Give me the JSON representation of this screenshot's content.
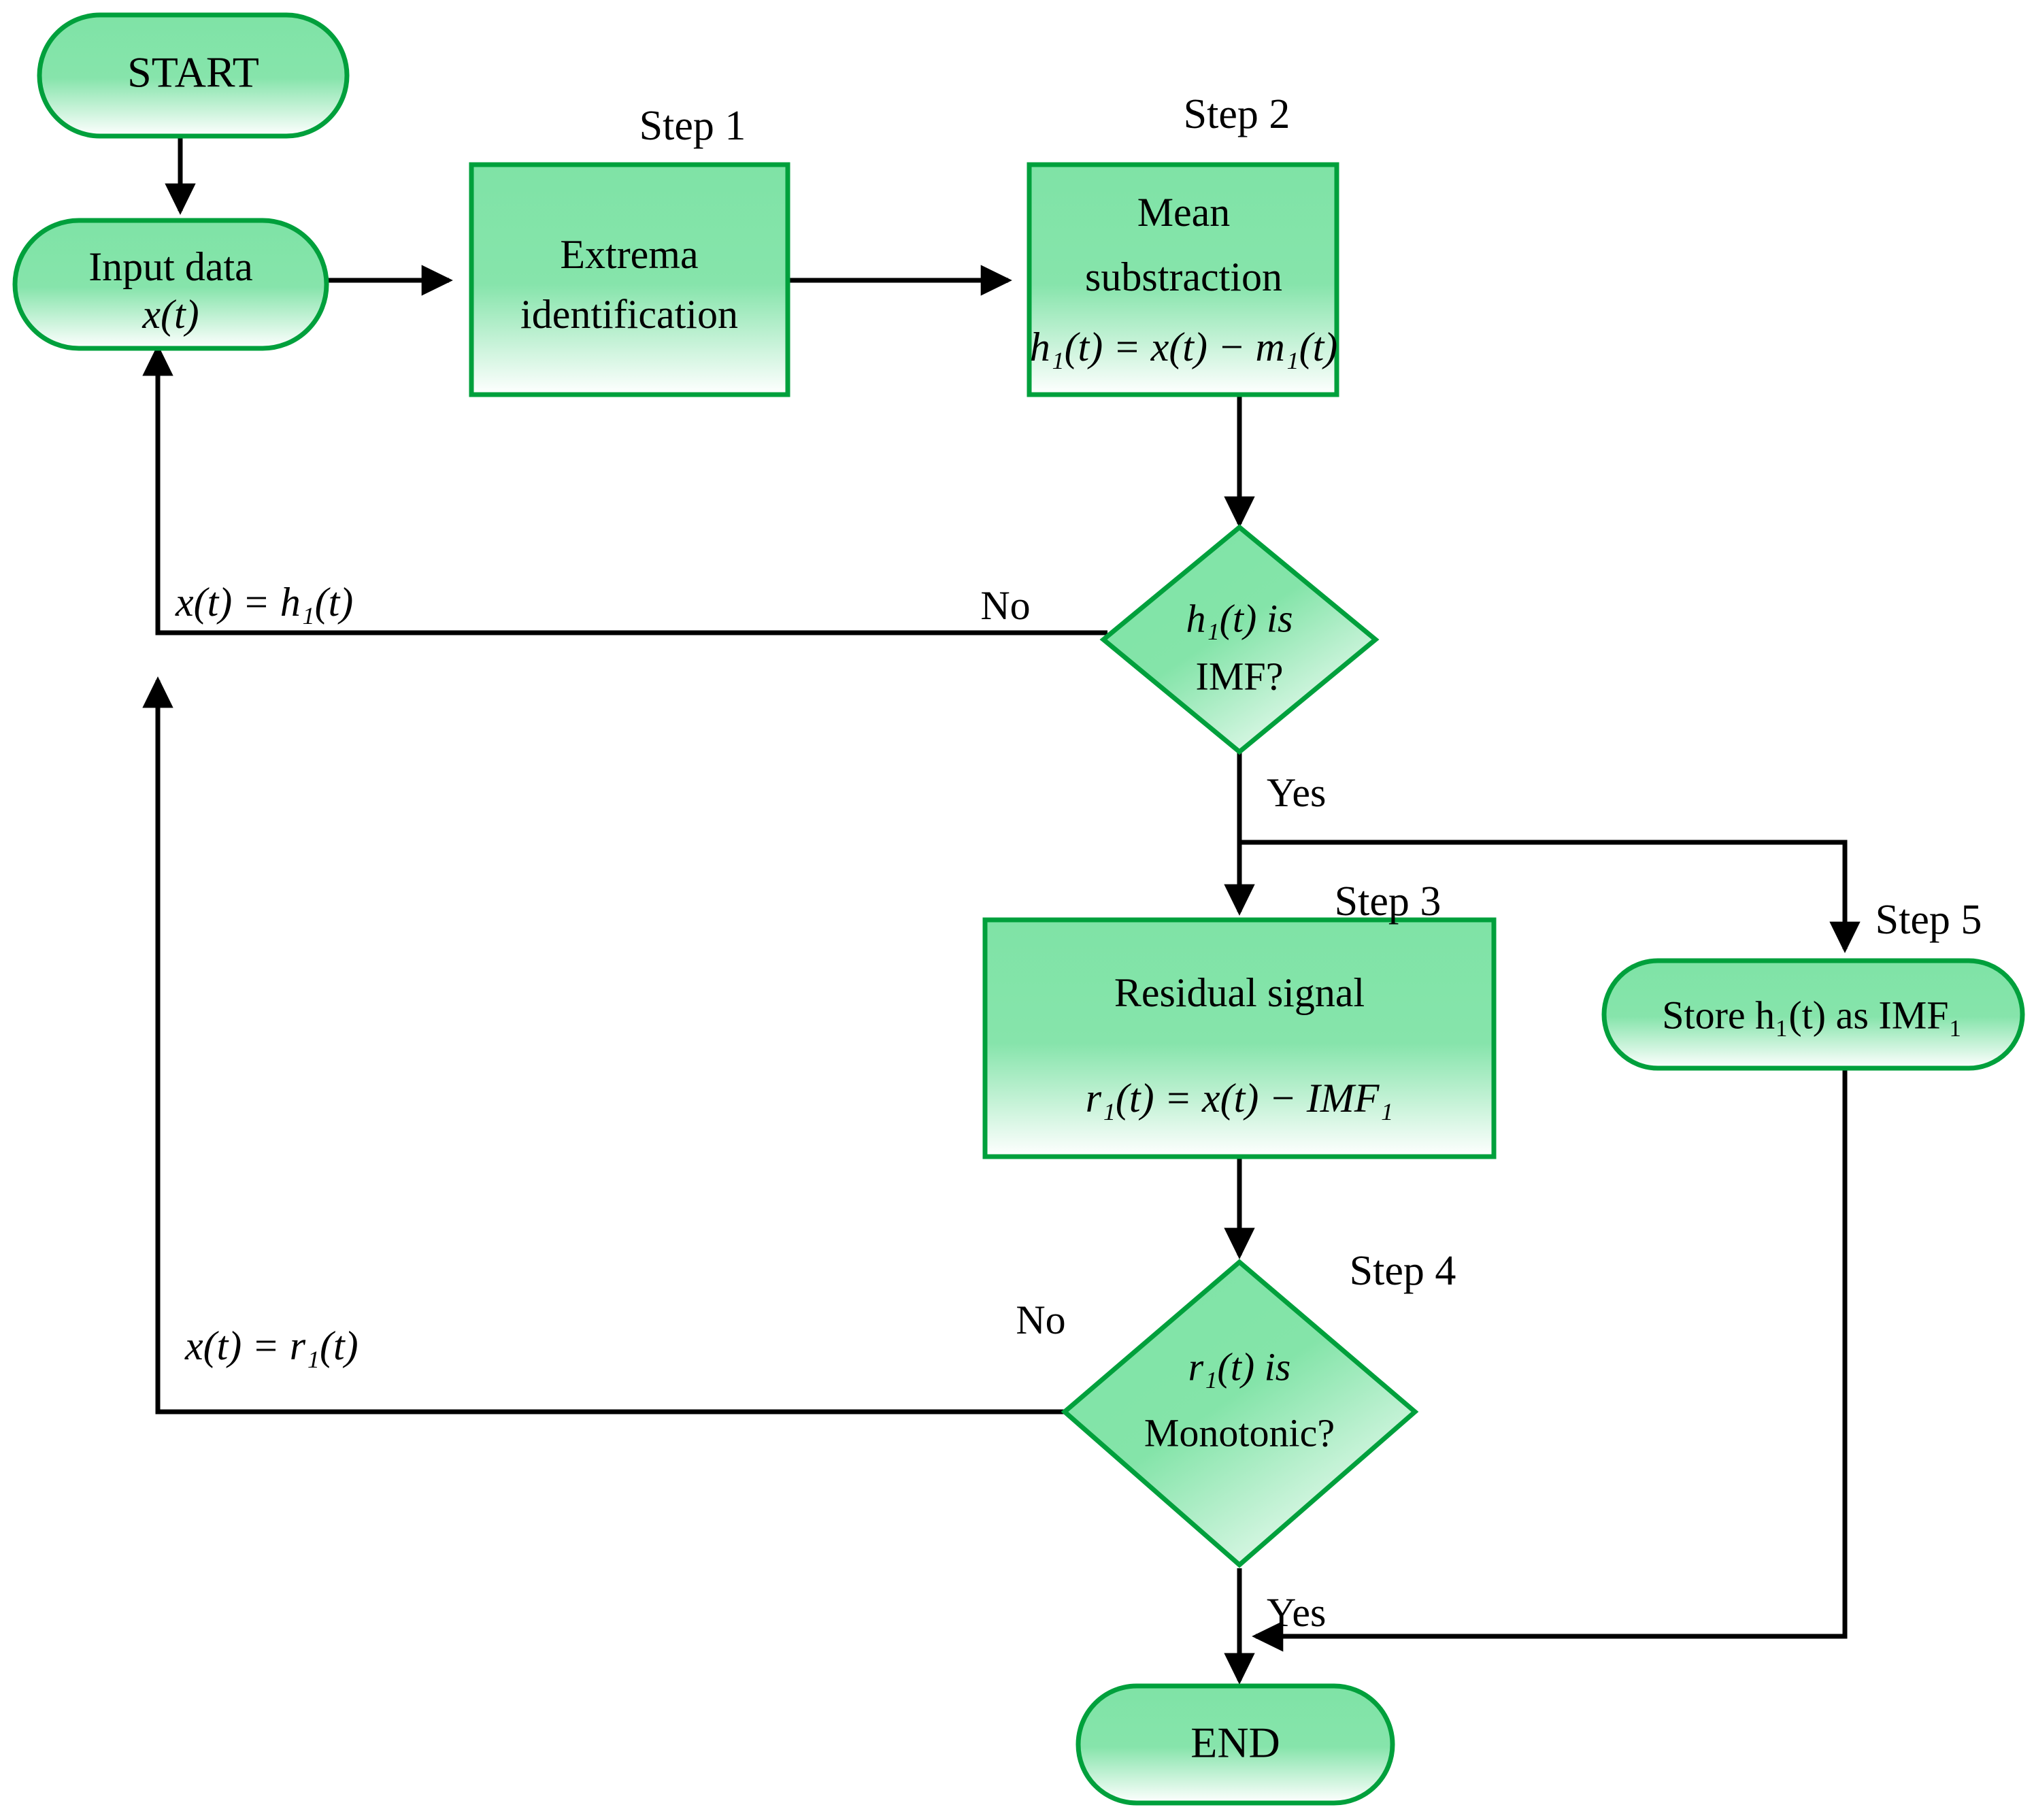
{
  "diagram": {
    "title": "EMD sifting process flowchart",
    "colors": {
      "node_border": "#00A03C",
      "node_fill_top": "#7FE3A6",
      "node_fill_bottom": "#FFFFFF",
      "connector": "#000000",
      "background": "#FFFFFF"
    }
  },
  "nodes": {
    "start": {
      "label": "START",
      "shape": "rounded"
    },
    "input": {
      "line1": "Input data",
      "line2": "x(t)",
      "shape": "rounded"
    },
    "step1": {
      "line1": "Extrema",
      "line2": "identification",
      "shape": "rect"
    },
    "step2": {
      "line1": "Mean",
      "line2": "substraction",
      "formula": "h₁(t) = x(t) − m₁(t)",
      "shape": "rect"
    },
    "decision1": {
      "line1": "h₁(t) is",
      "line2": "IMF?",
      "shape": "diamond"
    },
    "step3": {
      "line1": "Residual signal",
      "formula": "r₁(t) = x(t) − IMF₁",
      "shape": "rect"
    },
    "step5": {
      "label": "Store  h₁(t) as IMF₁",
      "shape": "rounded"
    },
    "decision2": {
      "line1": "r₁(t) is",
      "line2": "Monotonic?",
      "shape": "diamond"
    },
    "end": {
      "label": "END",
      "shape": "rounded"
    }
  },
  "step_labels": {
    "step1": "Step 1",
    "step2": "Step 2",
    "step3": "Step 3",
    "step4": "Step 4",
    "step5": "Step 5"
  },
  "edge_labels": {
    "decision1_no": "No",
    "decision1_yes": "Yes",
    "decision2_no": "No",
    "decision2_yes": "Yes",
    "feedback_h": "x(t) = h₁(t)",
    "feedback_r": "x(t) = r₁(t)"
  }
}
